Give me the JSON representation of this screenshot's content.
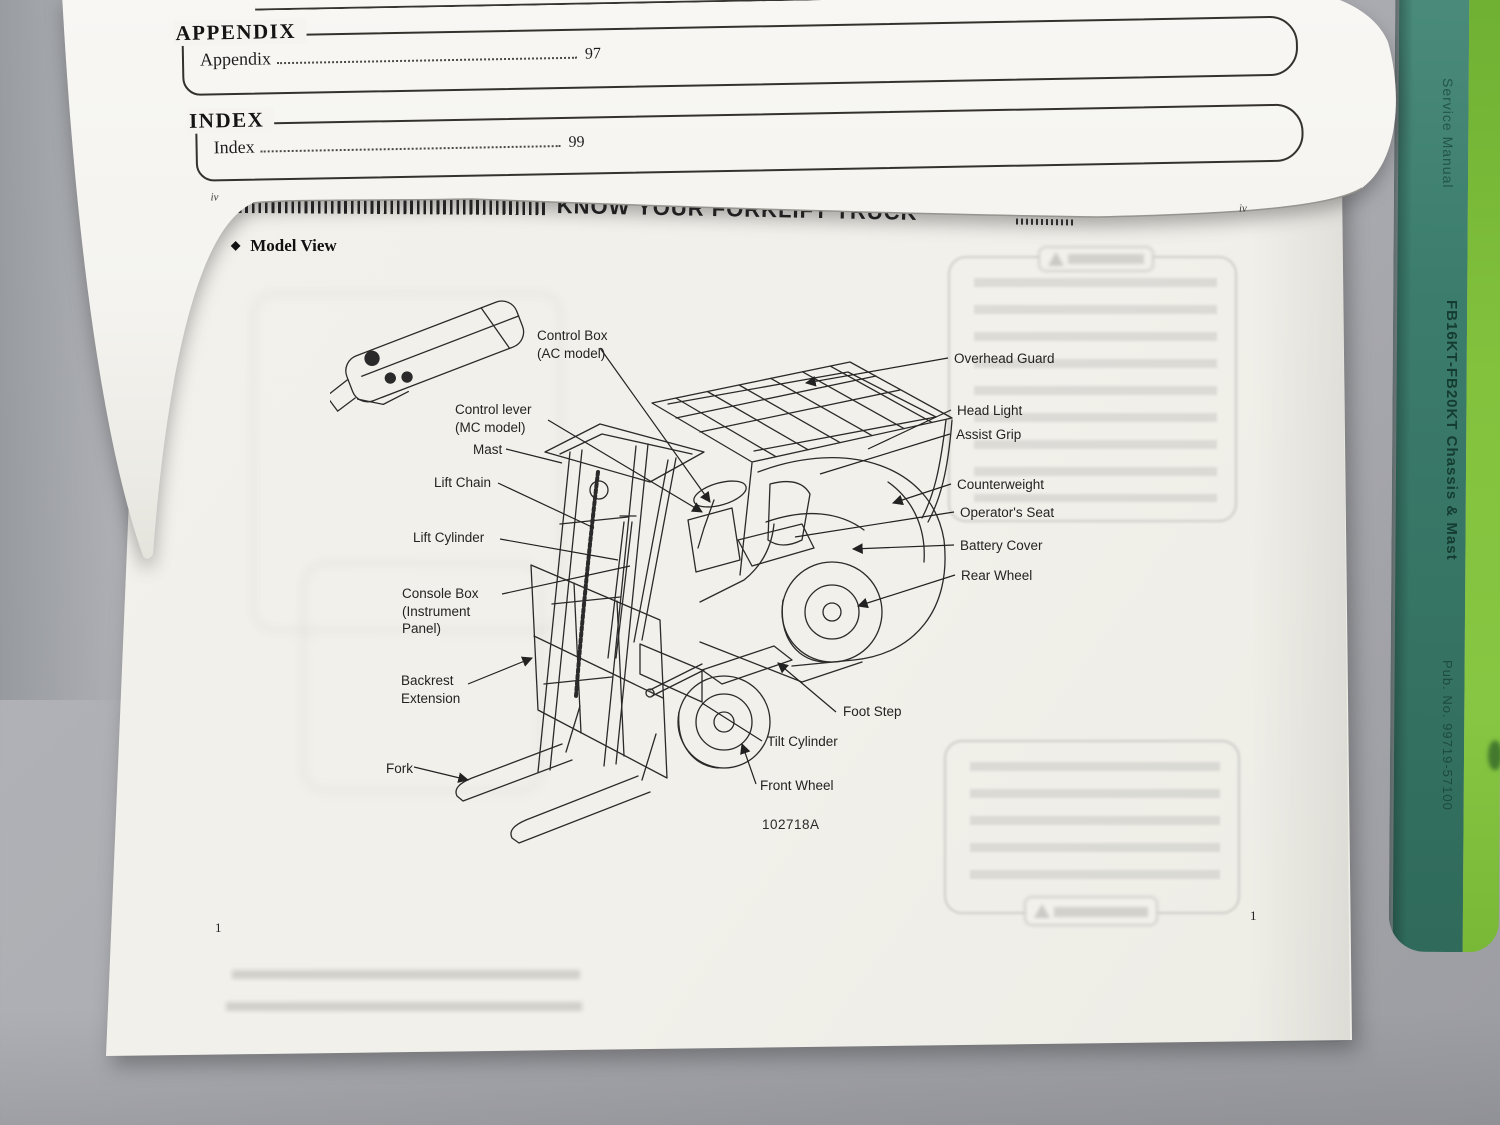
{
  "toc_page": {
    "sections": [
      {
        "heading": "APPENDIX",
        "entry": "Appendix",
        "page": "97"
      },
      {
        "heading": "INDEX",
        "entry": "Index",
        "page": "99"
      }
    ],
    "page_number_left": "iv",
    "page_number_right": "iv"
  },
  "main_page": {
    "title": "KNOW YOUR FORKLIFT TRUCK",
    "section_bullet": "◆",
    "section_heading": "Model View",
    "figure_number": "102718A",
    "page_number_left": "1",
    "page_number_right": "1",
    "labels": {
      "control_box_1": "Control Box",
      "control_box_2": "(AC model)",
      "control_lever_1": "Control lever",
      "control_lever_2": "(MC model)",
      "mast": "Mast",
      "lift_chain": "Lift Chain",
      "lift_cylinder": "Lift Cylinder",
      "console_box_1": "Console Box",
      "console_box_2": "(Instrument",
      "console_box_3": "Panel)",
      "backrest_1": "Backrest",
      "backrest_2": "Extension",
      "fork": "Fork",
      "overhead_guard": "Overhead Guard",
      "head_light": "Head Light",
      "assist_grip": "Assist Grip",
      "counterweight": "Counterweight",
      "operators_seat": "Operator's Seat",
      "battery_cover": "Battery Cover",
      "rear_wheel": "Rear Wheel",
      "foot_step": "Foot Step",
      "tilt_cylinder": "Tilt Cylinder",
      "front_wheel": "Front Wheel"
    }
  },
  "book_spine": {
    "top_text": "Service Manual",
    "middle_text": "FB16KT-FB20KT Chassis & Mast",
    "bottom_text": "Pub. No. 99719-57100",
    "teal_color": "#3a7a6a",
    "green_color": "#82c23d"
  },
  "colors": {
    "desk": "#abacb0",
    "paper": "#f2f0ea",
    "ink": "#1e1e1e"
  }
}
